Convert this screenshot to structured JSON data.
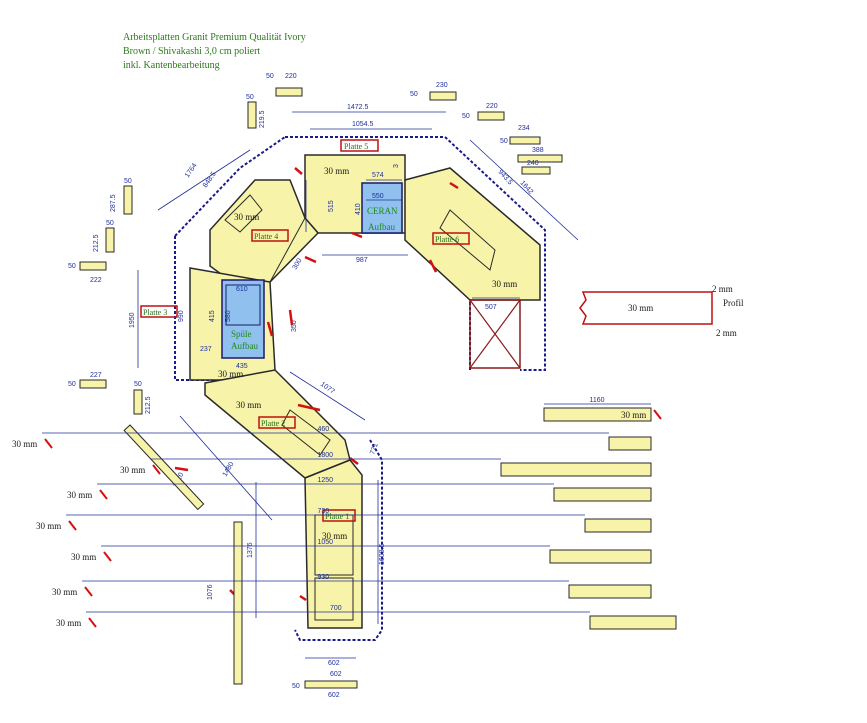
{
  "header": {
    "line1": "Arbeitsplatten Granit Premium Qualität Ivory",
    "line2": "Brown / Shivakashi 3,0 cm poliert",
    "line3": "inkl. Kantenbearbeitung"
  },
  "plates": {
    "p1": "Platte 1",
    "p2": "Platte 2",
    "p3": "Platte 3",
    "p4": "Platte 4",
    "p5": "Platte 5",
    "p6": "Platte 6"
  },
  "thickness": "30 mm",
  "cutouts": {
    "ceran_line1": "CERAN",
    "ceran_line2": "Aufbau",
    "sink_line1": "Spüle",
    "sink_line2": "Aufbau"
  },
  "dimensions": {
    "d1472": "1472.5",
    "d1054": "1054.5",
    "d574": "574",
    "d550": "550",
    "d515": "515",
    "d410": "410",
    "d987": "987",
    "d507": "507",
    "d1764": "1764",
    "d848": "848.5",
    "d1642": "1642",
    "d943": "943.5",
    "d1950": "1950",
    "d990": "990",
    "d415": "415",
    "d610": "610",
    "d580": "580",
    "d237": "237",
    "d435": "435",
    "d1077": "1077",
    "d1480": "1480",
    "d1420": "1420",
    "d1376": "1376",
    "d1608": "1608.5",
    "d1076": "1076",
    "d602a": "602",
    "d602b": "602",
    "d771": "771",
    "d300": "300",
    "d350": "350",
    "d3": "3"
  },
  "profile": {
    "top": "2 mm",
    "bottom": "2 mm",
    "label": "Profil",
    "thickness": "30 mm"
  },
  "strips": [
    {
      "length": "1160",
      "thickness": "30 mm"
    },
    {
      "length": "460",
      "thickness": "30 mm"
    },
    {
      "length": "1800",
      "thickness": "30 mm"
    },
    {
      "length": "1250",
      "thickness": "30 mm"
    },
    {
      "length": "730",
      "thickness": "30 mm"
    },
    {
      "length": "1050",
      "thickness": "30 mm"
    },
    {
      "length": "930",
      "thickness": "30 mm"
    },
    {
      "length": "700",
      "thickness": "30 mm"
    }
  ],
  "small_parts": {
    "s50a": "50",
    "s220": "220",
    "s50b": "50",
    "s2195": "219.5",
    "s50c": "50",
    "s230": "230",
    "s50d": "50",
    "s220b": "220",
    "s50e": "50",
    "s234": "234",
    "s388": "388",
    "s240": "240",
    "s50f": "50",
    "s2875": "287.5",
    "s50g": "50",
    "s2125": "212.5",
    "s50h": "50",
    "s222": "222",
    "s50i": "50",
    "s227": "227",
    "s50j": "50",
    "s2125b": "212.5",
    "s50k": "50",
    "s602": "602"
  },
  "colors": {
    "plate_fill": "#f7f3a8",
    "outline": "#2a2a2a",
    "dim_line": "#1f2f9a",
    "label_box": "#c01010",
    "sink_fill": "#8fc0ee",
    "header_text": "#2d7a1c",
    "wall": "#1a1a8a",
    "cabinet": "#8b1b1b"
  }
}
